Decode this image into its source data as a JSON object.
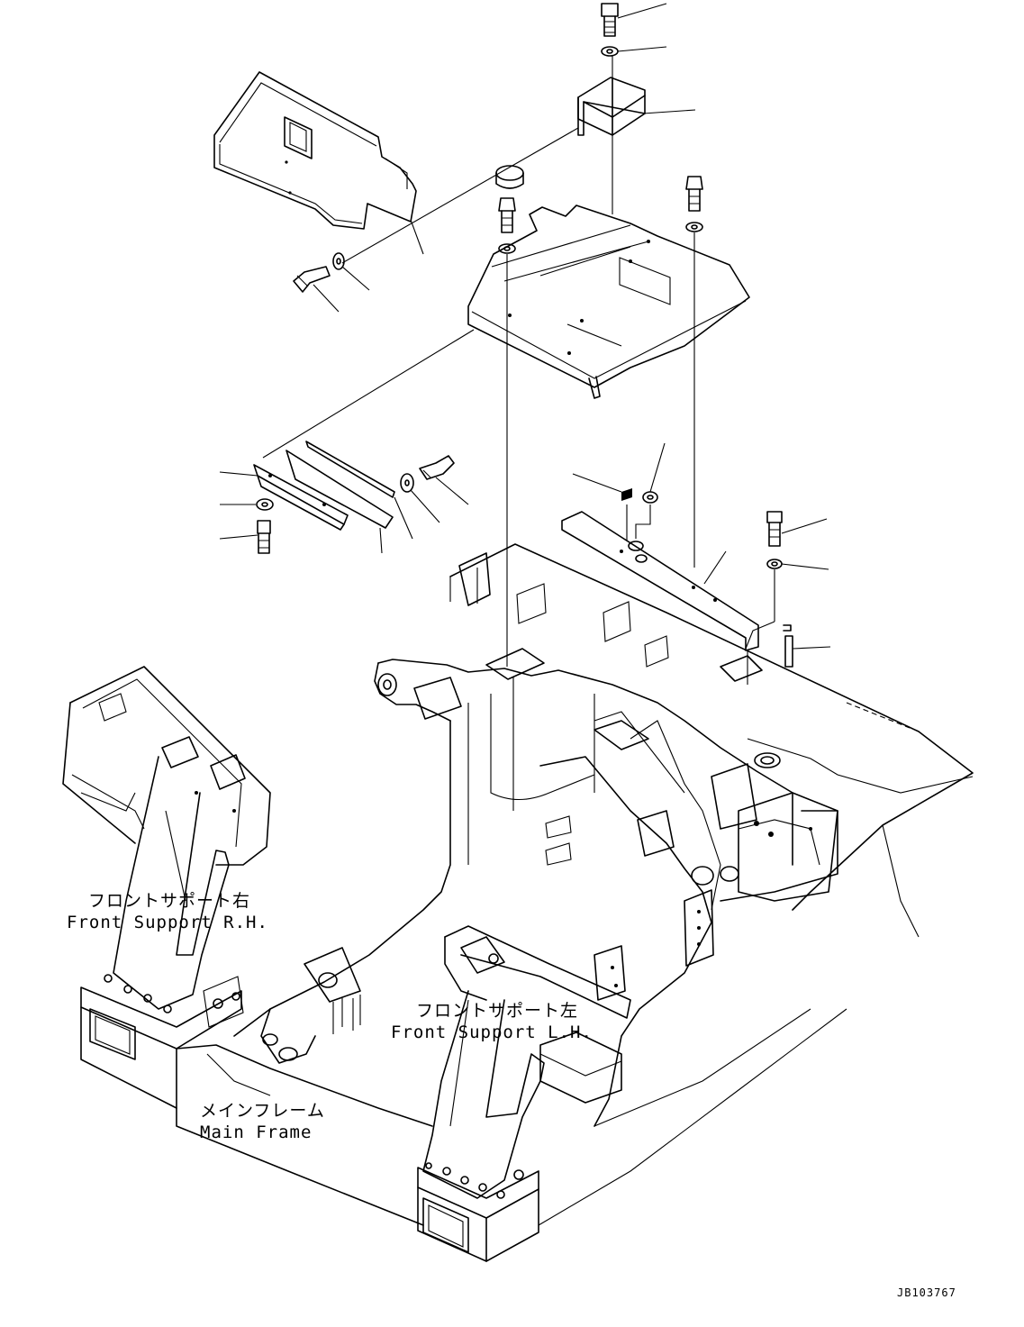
{
  "diagram": {
    "labels": {
      "front_support_rh_jp": "フロントサポート右",
      "front_support_rh_en": "Front Support R.H.",
      "front_support_lh_jp": "フロントサポート左",
      "front_support_lh_en": "Front Support L.H.",
      "main_frame_jp": "メインフレーム",
      "main_frame_en": "Main Frame"
    },
    "drawing_code": "JB103767"
  }
}
